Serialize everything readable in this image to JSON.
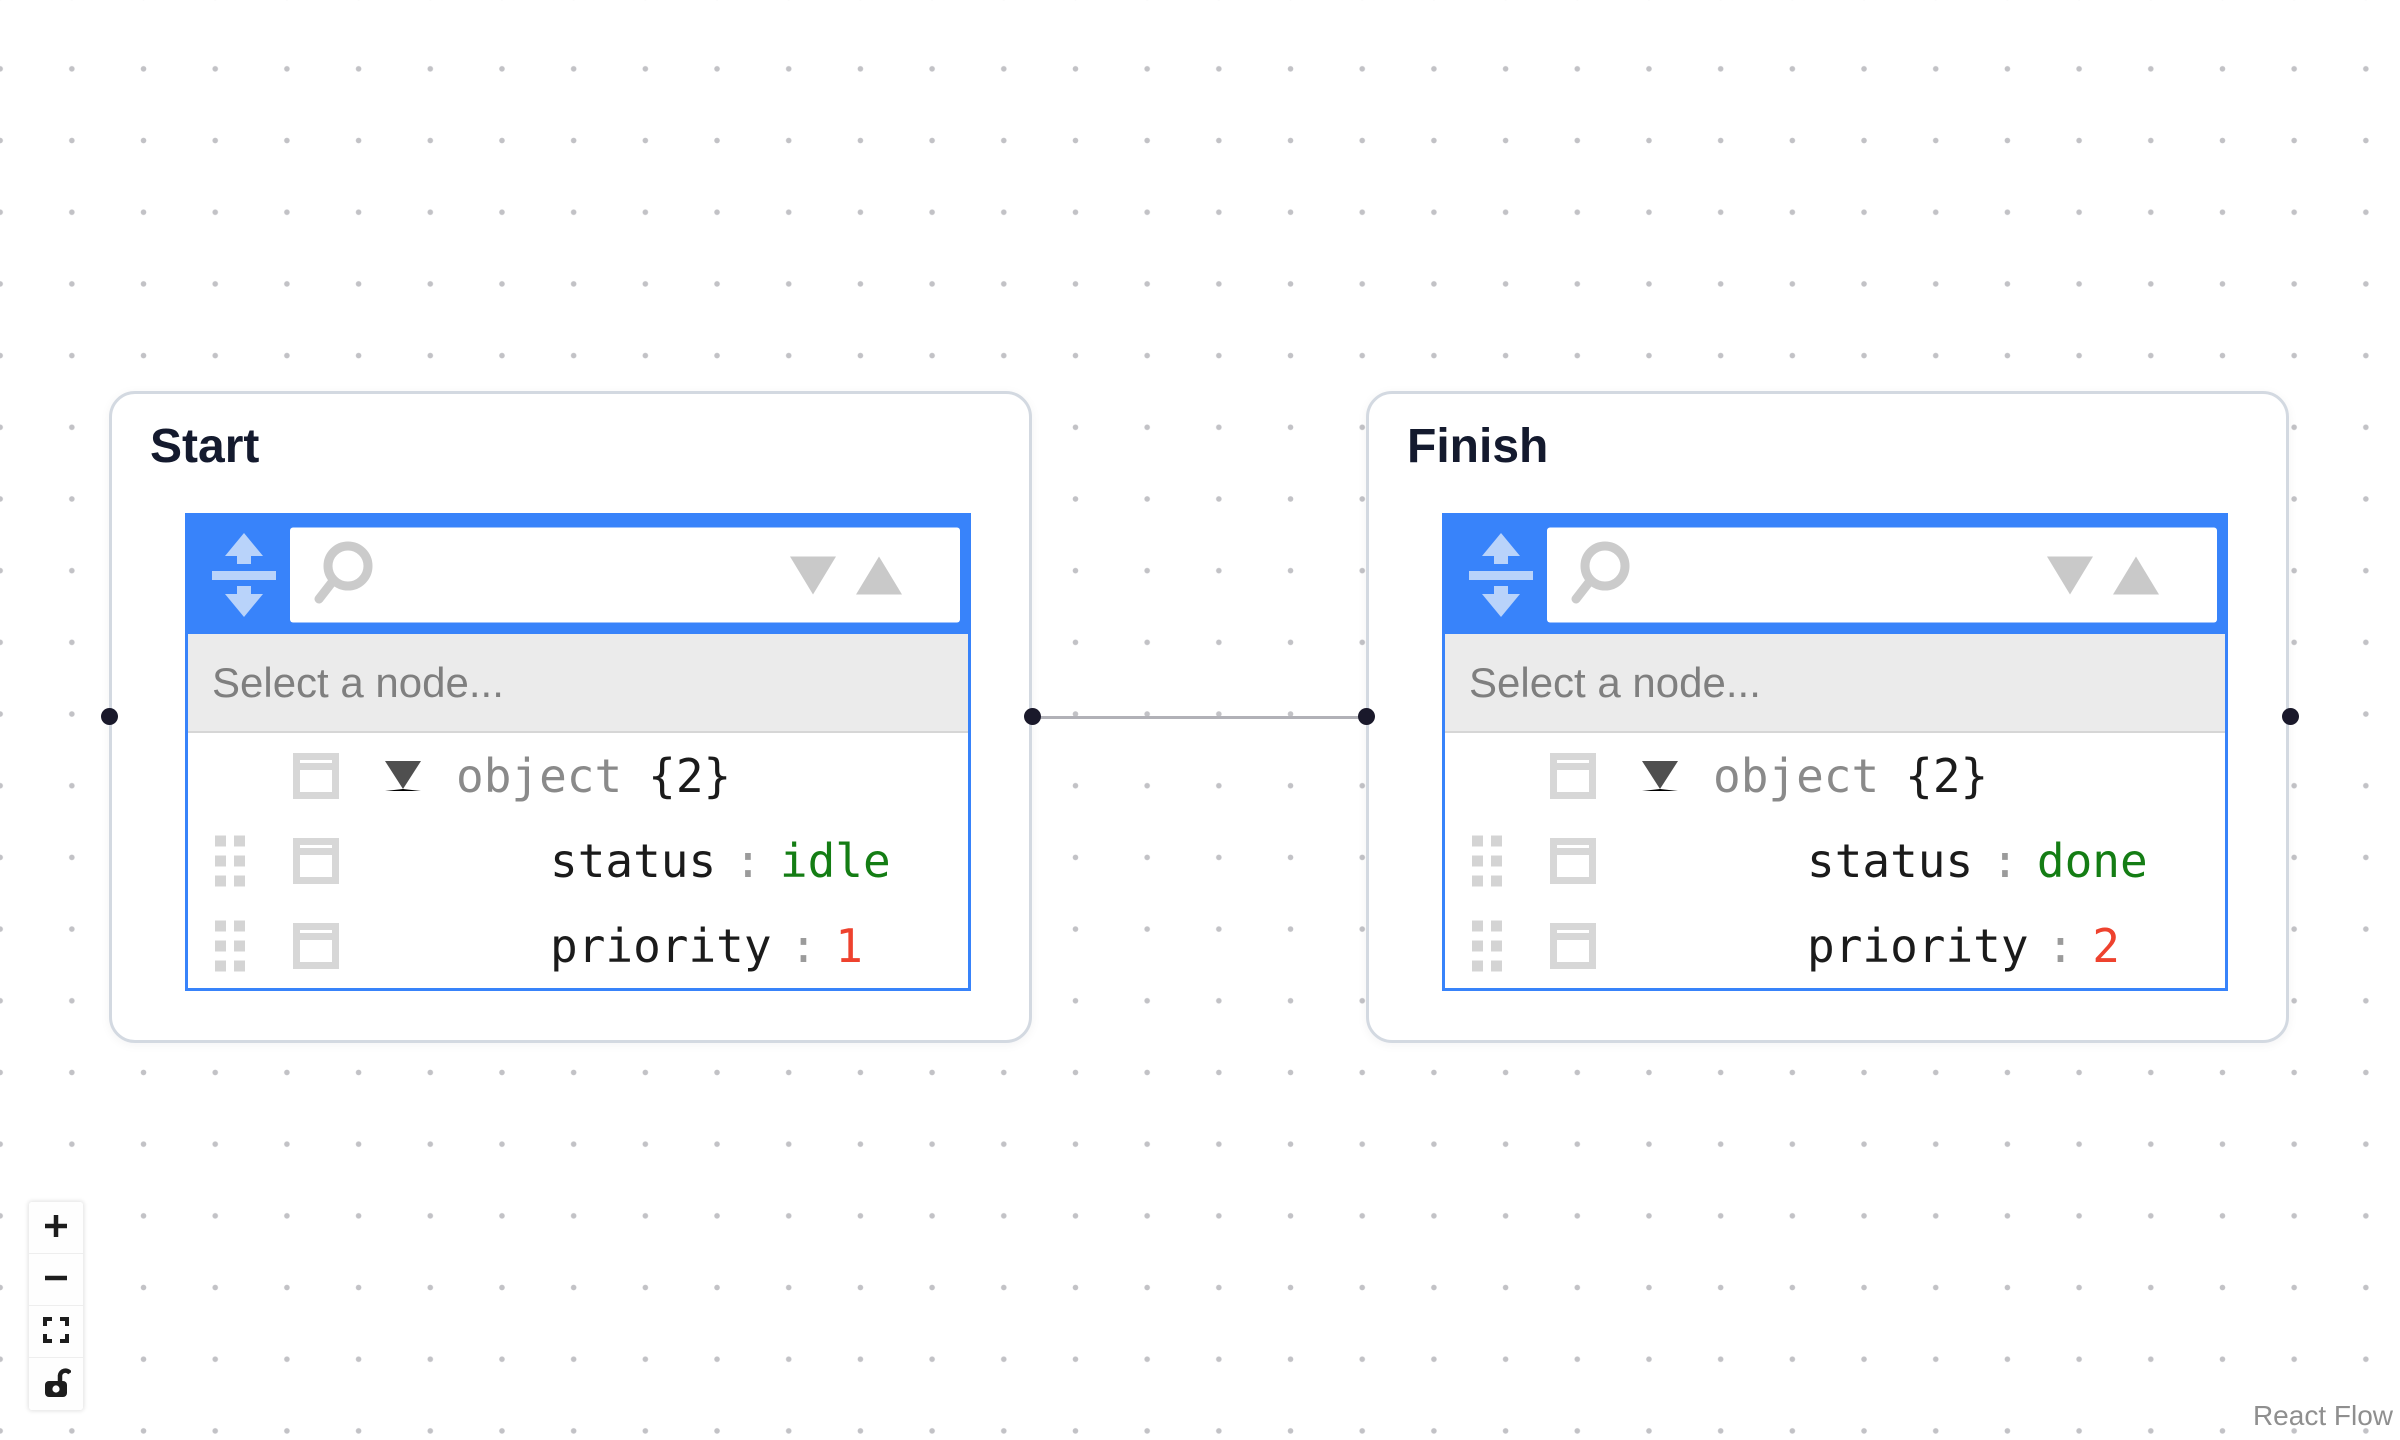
{
  "attribution": {
    "label": "React Flow"
  },
  "edges": [
    {
      "source": "start",
      "target": "finish",
      "color": "#b1b1b7"
    }
  ],
  "controls": {
    "buttons": [
      {
        "name": "zoom-in",
        "icon": "plus-icon"
      },
      {
        "name": "zoom-out",
        "icon": "minus-icon"
      },
      {
        "name": "fit-view",
        "icon": "fit-view-icon"
      },
      {
        "name": "toggle-interactivity",
        "icon": "unlock-icon"
      }
    ]
  },
  "nodes": [
    {
      "id": "start",
      "title": "Start",
      "editor": {
        "menu": {
          "sort_icon": "sort-arrows-icon",
          "search": {
            "placeholder": "",
            "value": "",
            "icons": [
              "magnifier-icon",
              "triangle-down-icon",
              "triangle-up-icon"
            ]
          }
        },
        "navbar": {
          "text": "Select a node..."
        },
        "tree": {
          "separator": ":",
          "root": {
            "expanded": true,
            "type_label": "object",
            "count": "{2}"
          },
          "children": [
            {
              "key": "status",
              "value": "idle",
              "value_type": "string"
            },
            {
              "key": "priority",
              "value": "1",
              "value_type": "number"
            }
          ]
        }
      }
    },
    {
      "id": "finish",
      "title": "Finish",
      "editor": {
        "menu": {
          "sort_icon": "sort-arrows-icon",
          "search": {
            "placeholder": "",
            "value": "",
            "icons": [
              "magnifier-icon",
              "triangle-down-icon",
              "triangle-up-icon"
            ]
          }
        },
        "navbar": {
          "text": "Select a node..."
        },
        "tree": {
          "separator": ":",
          "root": {
            "expanded": true,
            "type_label": "object",
            "count": "{2}"
          },
          "children": [
            {
              "key": "status",
              "value": "done",
              "value_type": "string"
            },
            {
              "key": "priority",
              "value": "2",
              "value_type": "number"
            }
          ]
        }
      }
    }
  ],
  "colors": {
    "menu_blue": "#3883fa",
    "editor_border": "#3883fa",
    "navbar_bg": "#ebebeb",
    "navbar_text": "#7f7f7f",
    "string_value": "#147d14",
    "number_value": "#ee422e",
    "key_text": "#1b1b1b",
    "type_text": "#8a8a8a",
    "edge": "#b1b1b7",
    "handle": "#1a192b",
    "node_border": "#d3d9e1",
    "title_text": "#141a2e",
    "grid_dot": "#c2c2c6"
  }
}
